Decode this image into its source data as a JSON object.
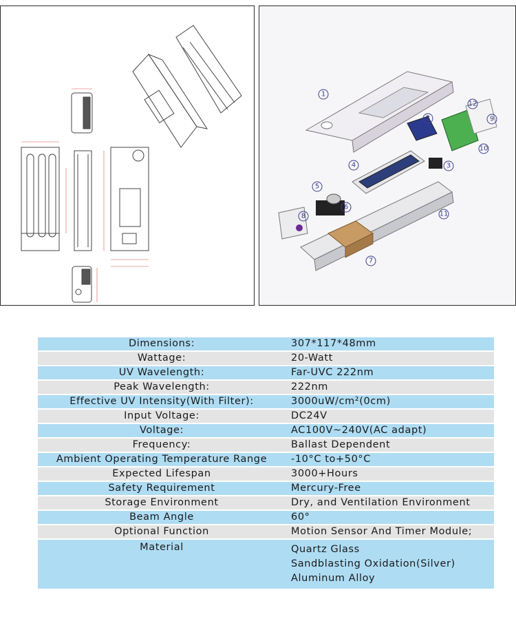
{
  "drawings": {
    "left_caption": "",
    "callouts": [
      "1",
      "2",
      "3",
      "4",
      "5",
      "6",
      "7",
      "8",
      "9",
      "10",
      "11",
      "12"
    ]
  },
  "specs": [
    {
      "label": "Dimensions:",
      "value": "307*117*48mm"
    },
    {
      "label": "Wattage:",
      "value": "20-Watt"
    },
    {
      "label": "UV Wavelength:",
      "value": "Far-UVC 222nm"
    },
    {
      "label": "Peak Wavelength:",
      "value": "222nm"
    },
    {
      "label": "Effective UV Intensity(With Filter):",
      "value": "3000uW/cm²(0cm)"
    },
    {
      "label": "Input Voltage:",
      "value": "DC24V"
    },
    {
      "label": "Voltage:",
      "value": "AC100V~240V(AC adapt)"
    },
    {
      "label": "Frequency:",
      "value": "Ballast Dependent"
    },
    {
      "label": "Ambient Operating Temperature Range",
      "value": "-10°C to+50°C"
    },
    {
      "label": "Expected Lifespan",
      "value": "3000+Hours"
    },
    {
      "label": "Safety Requirement",
      "value": "Mercury-Free"
    },
    {
      "label": "Storage Environment",
      "value": "Dry, and Ventilation Environment"
    },
    {
      "label": "Beam Angle",
      "value": "60°"
    },
    {
      "label": "Optional Function",
      "value": "Motion Sensor And Timer Module;"
    },
    {
      "label": "Material",
      "values": [
        "Quartz Glass",
        "Sandblasting Oxidation(Silver)",
        "Aluminum Alloy"
      ]
    }
  ],
  "colors": {
    "row_blue": "#aedcf3",
    "row_grey": "#e4e4e4",
    "callout": "#3b3f8c"
  }
}
